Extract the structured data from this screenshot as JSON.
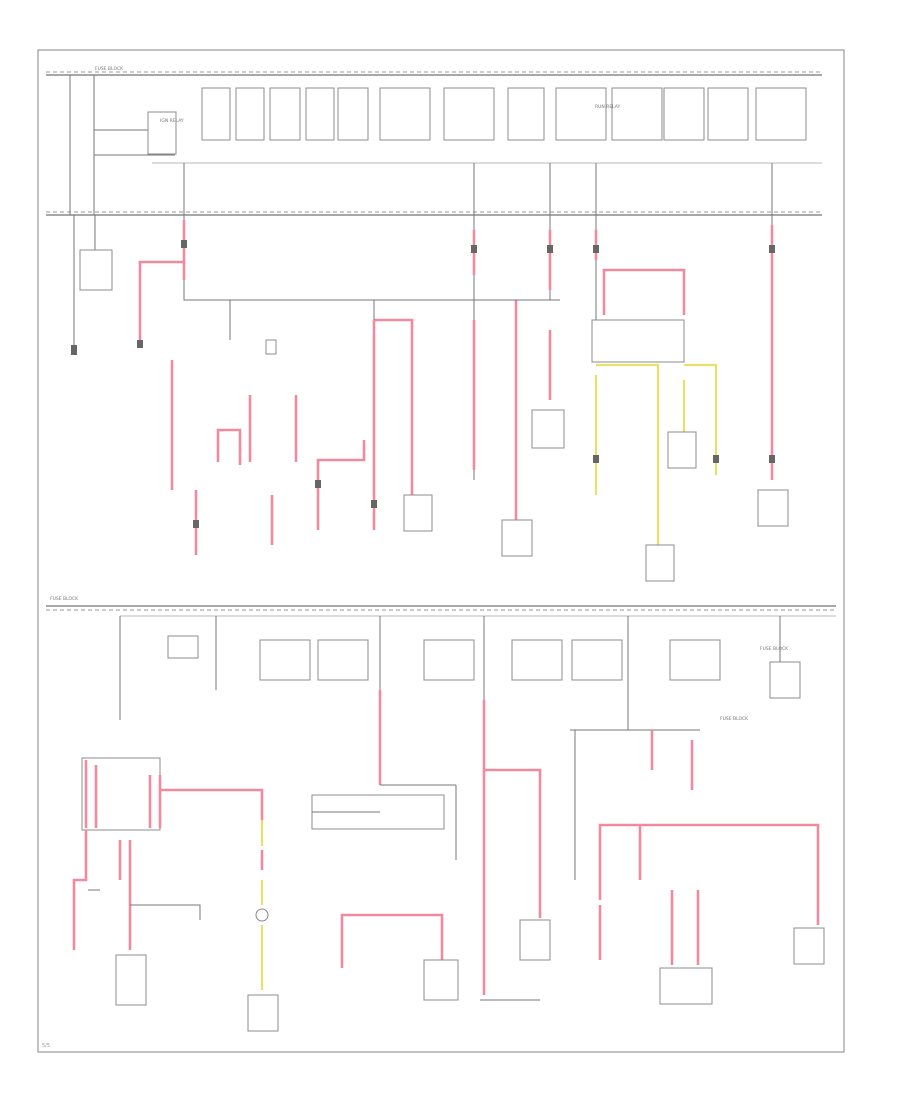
{
  "diagram": {
    "page_number": "5/5",
    "labels": [
      "FUSE BLOCK",
      "IGN RELAY",
      "RUN RELAY",
      "FUSE BLOCK",
      "FUSE BLOCK",
      "FUSE BLOCK"
    ]
  },
  "colors": {
    "wire_power": "#f08aa0",
    "wire_signal": "#e9df6a",
    "wire_ground": "#777777",
    "frame": "#999999"
  }
}
